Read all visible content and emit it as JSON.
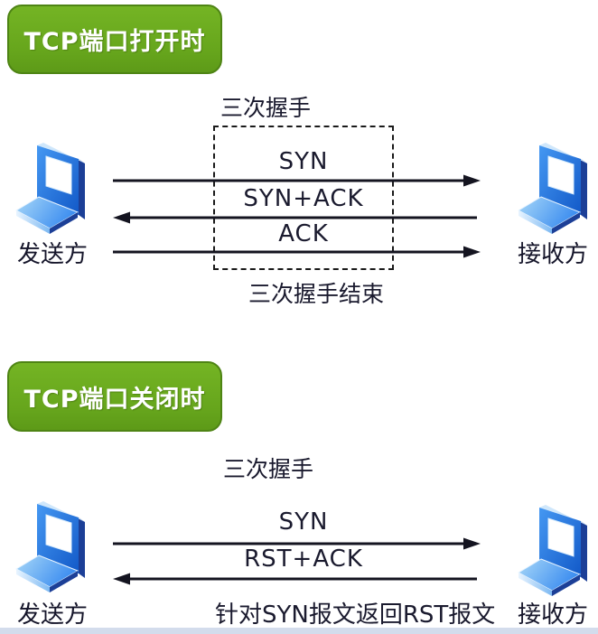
{
  "colors": {
    "badge_green": "#66a51c",
    "badge_green_light": "#74b424",
    "badge_border": "#4e8414",
    "arrow_color": "#141420",
    "laptop_blue": "#1e6fe0",
    "laptop_blue_light": "#9fd4f8",
    "laptop_edge_dark": "#1c3f97",
    "strip": "#d3dcec"
  },
  "icons": {
    "endpoint": "laptop-icon"
  },
  "sections": [
    {
      "badge": "TCP端口打开时",
      "handshake_label": "三次握手",
      "sender_label": "发送方",
      "receiver_label": "接收方",
      "messages": [
        {
          "label": "SYN",
          "direction": "right"
        },
        {
          "label": "SYN+ACK",
          "direction": "left"
        },
        {
          "label": "ACK",
          "direction": "right"
        }
      ],
      "handshake_end_label": "三次握手结束"
    },
    {
      "badge": "TCP端口关闭时",
      "handshake_label": "三次握手",
      "sender_label": "发送方",
      "receiver_label": "接收方",
      "messages": [
        {
          "label": "SYN",
          "direction": "right"
        },
        {
          "label": "RST+ACK",
          "direction": "left"
        }
      ],
      "note": "针对SYN报文返回RST报文"
    }
  ]
}
